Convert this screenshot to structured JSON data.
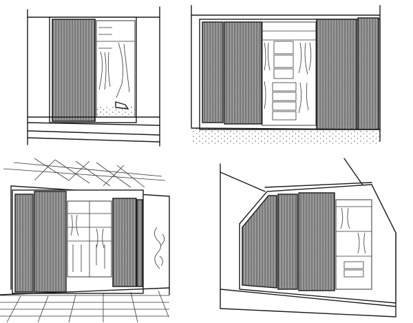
{
  "figure": {
    "panels": [
      {
        "name": "single-sliding-door-recess"
      },
      {
        "name": "four-panel-sliding-wardrobe"
      },
      {
        "name": "bifold-doors-walk-in-closet"
      },
      {
        "name": "attic-sloped-sliding-wardrobe"
      }
    ]
  }
}
